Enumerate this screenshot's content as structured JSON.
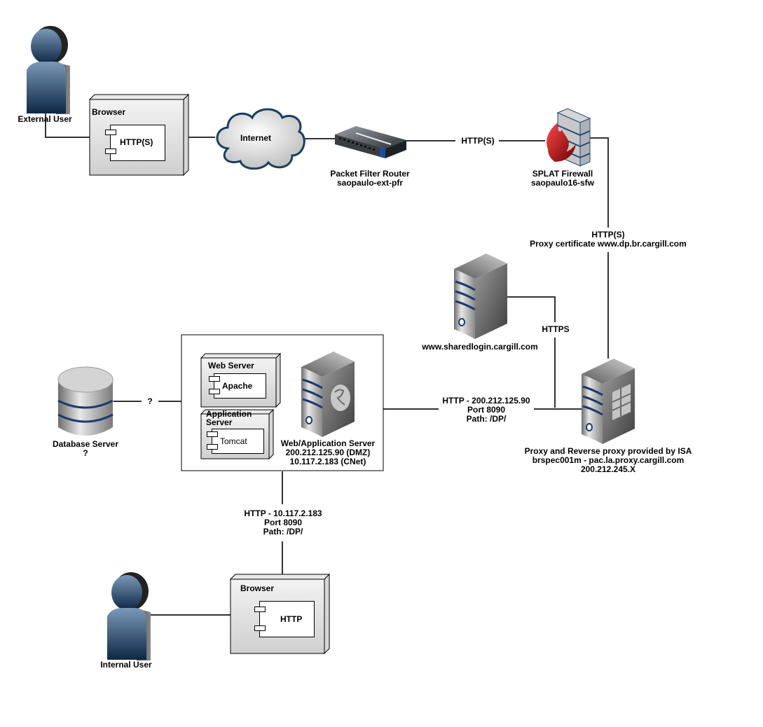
{
  "diagram": {
    "nodes": {
      "external_user": {
        "label": "External User"
      },
      "browser_ext": {
        "title": "Browser",
        "component": "HTTP(S)"
      },
      "internet": {
        "label": "Internet"
      },
      "router": {
        "lines": [
          "Packet Filter Router",
          "saopaulo-ext-pfr"
        ]
      },
      "firewall": {
        "lines": [
          "SPLAT Firewall",
          "saopaulo16-sfw"
        ]
      },
      "sharedlogin": {
        "label": "www.sharedlogin.cargill.com"
      },
      "proxy": {
        "lines": [
          "Proxy and Reverse proxy provided by ISA",
          "brspec001m - pac.la.proxy.cargill.com",
          "200.212.245.X"
        ]
      },
      "webapp": {
        "lines": [
          "Web/Application Server",
          "200.212.125.90 (DMZ)",
          "10.117.2.183 (CNet)"
        ],
        "web_server": {
          "title": "Web Server",
          "component": "Apache"
        },
        "app_server": {
          "title_lines": [
            "Application",
            "Server"
          ],
          "component": "Tomcat"
        }
      },
      "database": {
        "lines": [
          "Database Server",
          "?"
        ]
      },
      "internal_user": {
        "label": "Internal User"
      },
      "browser_int": {
        "title": "Browser",
        "component": "HTTP"
      }
    },
    "edges": {
      "router_firewall": {
        "label": "HTTP(S)"
      },
      "firewall_proxy": {
        "lines": [
          "HTTP(S)",
          "Proxy certificate www.dp.br.cargill.com"
        ]
      },
      "sharedlogin_proxy": {
        "label": "HTTPS"
      },
      "webapp_proxy": {
        "lines": [
          "HTTP - 200.212.125.90",
          "Port 8090",
          "Path: /DP/"
        ]
      },
      "database_webapp": {
        "label": "?"
      },
      "webapp_browser_int": {
        "lines": [
          "HTTP - 10.117.2.183",
          "Port 8090",
          "Path: /DP/"
        ]
      }
    }
  }
}
